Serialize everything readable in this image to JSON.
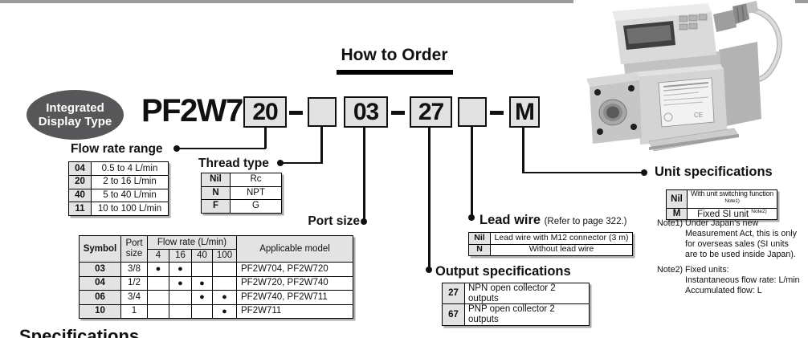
{
  "title": "How to Order",
  "badge": {
    "line1": "Integrated",
    "line2": "Display Type"
  },
  "model": {
    "prefix": "PF2W7",
    "seg_flow": "20",
    "seg_port": "03",
    "seg_output": "27",
    "seg_unit": "M"
  },
  "flow_rate_range": {
    "label": "Flow rate range",
    "rows": [
      {
        "code": "04",
        "desc": "0.5 to 4 L/min"
      },
      {
        "code": "20",
        "desc": "2 to 16 L/min"
      },
      {
        "code": "40",
        "desc": "5 to 40 L/min"
      },
      {
        "code": "11",
        "desc": "10 to 100 L/min"
      }
    ]
  },
  "thread_type": {
    "label": "Thread type",
    "rows": [
      {
        "code": "Nil",
        "desc": "Rc"
      },
      {
        "code": "N",
        "desc": "NPT"
      },
      {
        "code": "F",
        "desc": "G"
      }
    ]
  },
  "port_size": {
    "label": "Port size",
    "headers": {
      "symbol": "Symbol",
      "port": "Port size",
      "flow": "Flow rate (L/min)",
      "applicable": "Applicable model",
      "subs": [
        "4",
        "16",
        "40",
        "100"
      ]
    },
    "rows": [
      {
        "symbol": "03",
        "size": "3/8",
        "dots": [
          "●",
          "●",
          "",
          ""
        ],
        "model": "PF2W704, PF2W720"
      },
      {
        "symbol": "04",
        "size": "1/2",
        "dots": [
          "",
          "●",
          "●",
          ""
        ],
        "model": "PF2W720, PF2W740"
      },
      {
        "symbol": "06",
        "size": "3/4",
        "dots": [
          "",
          "",
          "●",
          "●"
        ],
        "model": "PF2W740, PF2W711"
      },
      {
        "symbol": "10",
        "size": "1",
        "dots": [
          "",
          "",
          "",
          "●"
        ],
        "model": "PF2W711"
      }
    ]
  },
  "lead_wire": {
    "label": "Lead wire",
    "ref": "(Refer to page 322.)",
    "rows": [
      {
        "code": "Nil",
        "desc": "Lead wire with M12 connector (3 m)"
      },
      {
        "code": "N",
        "desc": "Without lead wire"
      }
    ]
  },
  "output_specifications": {
    "label": "Output specifications",
    "rows": [
      {
        "code": "27",
        "desc": "NPN open collector 2 outputs"
      },
      {
        "code": "67",
        "desc": "PNP open collector 2 outputs"
      }
    ]
  },
  "unit_specifications": {
    "label": "Unit specifications",
    "rows": [
      {
        "code": "Nil",
        "desc": "With unit switching function",
        "sup": "Note1)"
      },
      {
        "code": "M",
        "desc": "Fixed SI unit",
        "sup": "Note2)"
      }
    ]
  },
  "notes": {
    "note1_label": "Note1)",
    "note1_text": "Under Japan's new Measurement Act, this is only for overseas sales (SI units are to be used inside Japan).",
    "note2_label": "Note2)",
    "note2_lines": [
      "Fixed units:",
      "Instantaneous flow rate: L/min",
      "Accumulated flow: L"
    ]
  },
  "bottom_heading": "Specifications",
  "colors": {
    "rule_gray": "#9b9b9b",
    "cell_gray": "#e3e3e3",
    "badge_gray": "#57575a",
    "box_fill": "#e2e2e2"
  }
}
